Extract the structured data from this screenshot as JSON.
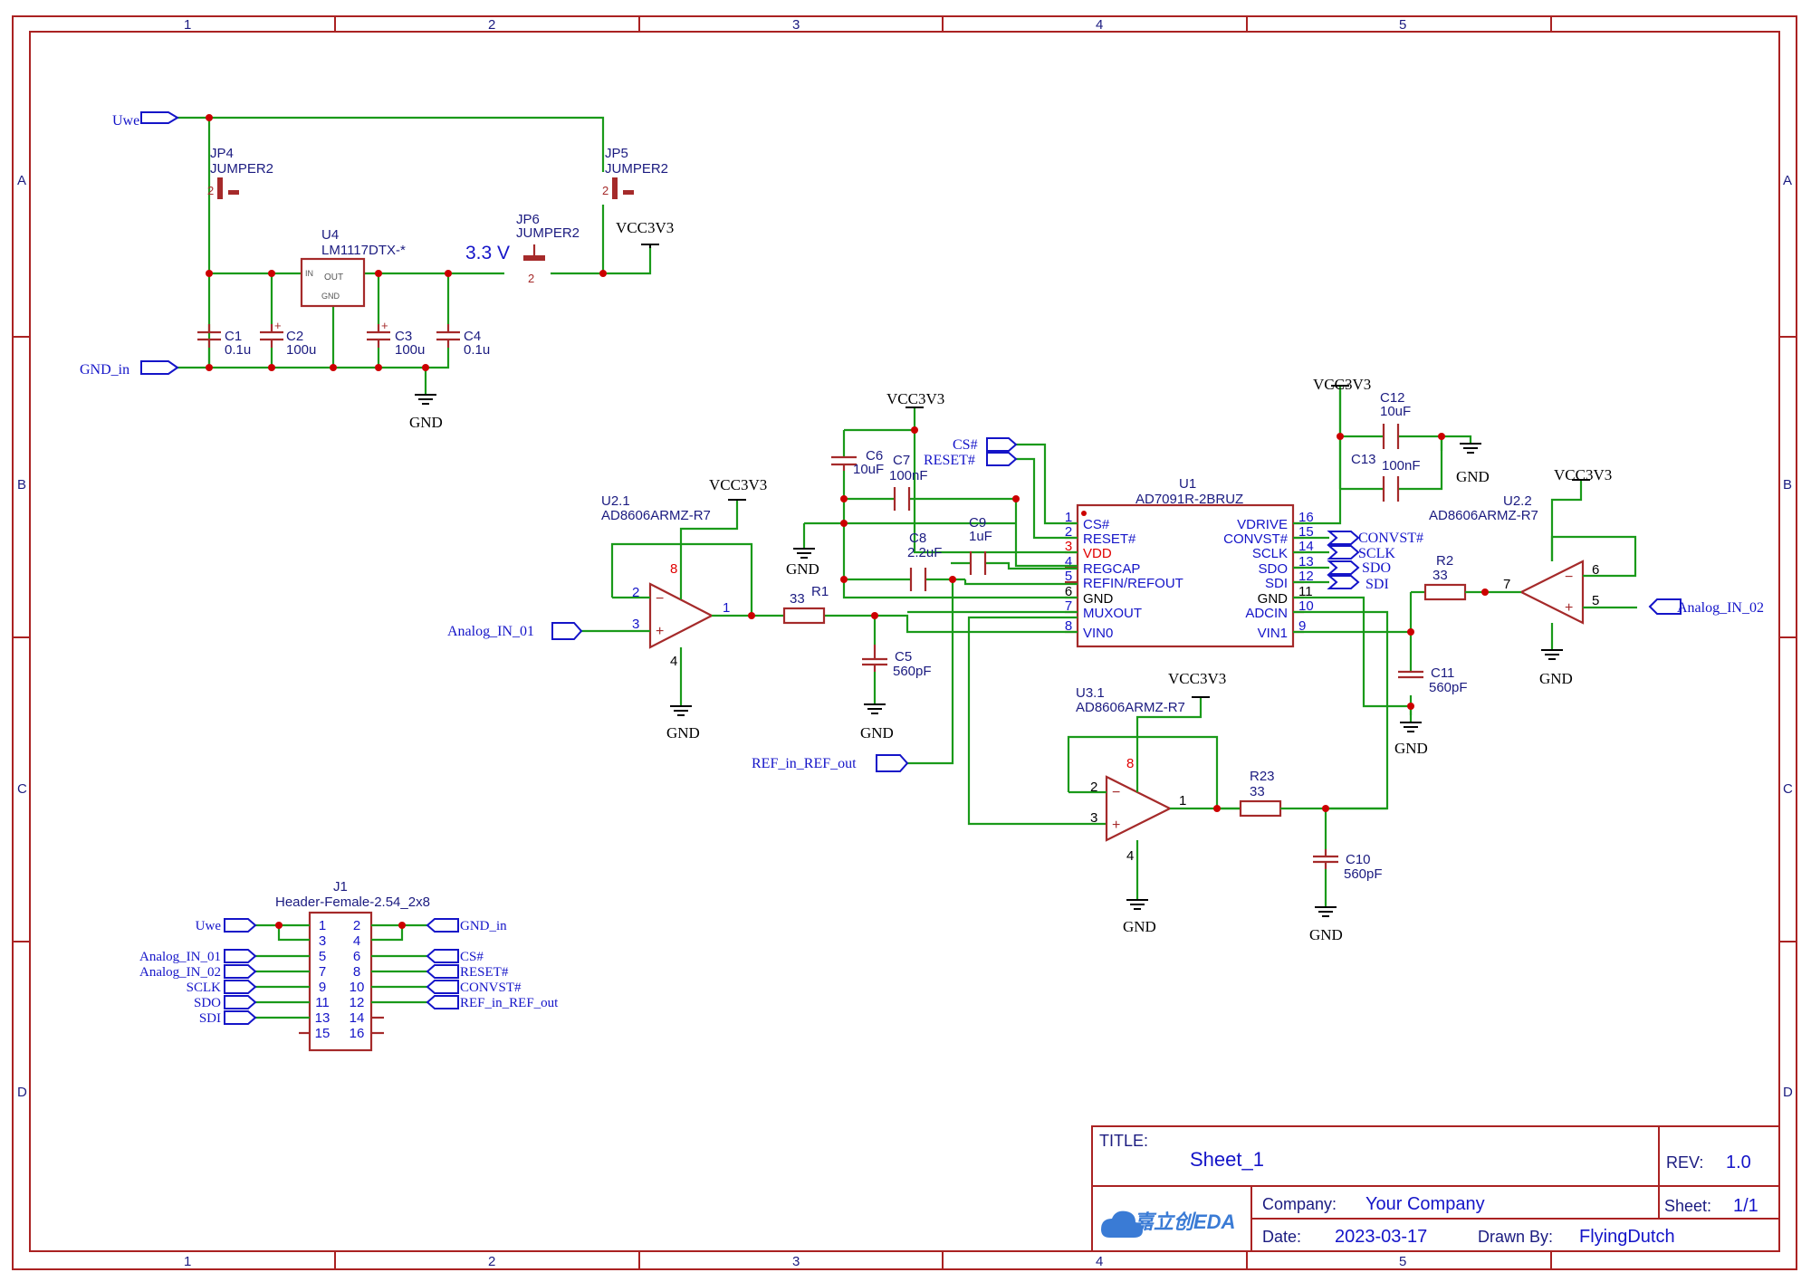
{
  "frame": {
    "columns": [
      "1",
      "2",
      "3",
      "4",
      "5"
    ],
    "rows": [
      "A",
      "B",
      "C",
      "D"
    ]
  },
  "title_block": {
    "title_label": "TITLE:",
    "title": "Sheet_1",
    "rev_label": "REV:",
    "rev": "1.0",
    "company_label": "Company:",
    "company": "Your Company",
    "sheet_label": "Sheet:",
    "sheet": "1/1",
    "date_label": "Date:",
    "date": "2023-03-17",
    "drawn_label": "Drawn By:",
    "drawn_by": "FlyingDutch",
    "logo": "嘉立创EDA"
  },
  "power": {
    "vcc": "VCC3V3",
    "gnd": "GND",
    "voltage_note": "3.3 V"
  },
  "nets": {
    "uwe": "Uwe",
    "gnd_in": "GND_in",
    "analog_in_01": "Analog_IN_01",
    "analog_in_02": "Analog_IN_02",
    "cs": "CS#",
    "reset": "RESET#",
    "convst": "CONVST#",
    "sclk": "SCLK",
    "sdo": "SDO",
    "sdi": "SDI",
    "ref": "REF_in_REF_out"
  },
  "parts": {
    "jp4": {
      "ref": "JP4",
      "value": "JUMPER2"
    },
    "jp5": {
      "ref": "JP5",
      "value": "JUMPER2"
    },
    "jp6": {
      "ref": "JP6",
      "value": "JUMPER2"
    },
    "u4": {
      "ref": "U4",
      "value": "LM1117DTX-*",
      "pin_in": "IN",
      "pin_out": "OUT",
      "pin_gnd": "GND"
    },
    "c1": {
      "ref": "C1",
      "value": "0.1u"
    },
    "c2": {
      "ref": "C2",
      "value": "100u"
    },
    "c3": {
      "ref": "C3",
      "value": "100u"
    },
    "c4": {
      "ref": "C4",
      "value": "0.1u"
    },
    "c5": {
      "ref": "C5",
      "value": "560pF"
    },
    "c6": {
      "ref": "C6",
      "value": "10uF"
    },
    "c7": {
      "ref": "C7",
      "value": "100nF"
    },
    "c8": {
      "ref": "C8",
      "value": "2.2uF"
    },
    "c9": {
      "ref": "C9",
      "value": "1uF"
    },
    "c10": {
      "ref": "C10",
      "value": "560pF"
    },
    "c11": {
      "ref": "C11",
      "value": "560pF"
    },
    "c12": {
      "ref": "C12",
      "value": "10uF"
    },
    "c13": {
      "ref": "C13",
      "value": "100nF"
    },
    "r1": {
      "ref": "R1",
      "value": "33"
    },
    "r2": {
      "ref": "R2",
      "value": "33"
    },
    "r23": {
      "ref": "R23",
      "value": "33"
    },
    "u21": {
      "ref": "U2.1",
      "value": "AD8606ARMZ-R7"
    },
    "u22": {
      "ref": "U2.2",
      "value": "AD8606ARMZ-R7"
    },
    "u31": {
      "ref": "U3.1",
      "value": "AD8606ARMZ-R7"
    },
    "u1": {
      "ref": "U1",
      "value": "AD7091R-2BRUZ"
    },
    "j1": {
      "ref": "J1",
      "value": "Header-Female-2.54_2x8"
    }
  },
  "u1_pins_left": [
    {
      "num": "1",
      "name": "CS#"
    },
    {
      "num": "2",
      "name": "RESET#"
    },
    {
      "num": "3",
      "name": "VDD"
    },
    {
      "num": "4",
      "name": "REGCAP"
    },
    {
      "num": "5",
      "name": "REFIN/REFOUT"
    },
    {
      "num": "6",
      "name": "GND"
    },
    {
      "num": "7",
      "name": "MUXOUT"
    },
    {
      "num": "8",
      "name": "VIN0"
    }
  ],
  "u1_pins_right": [
    {
      "num": "16",
      "name": "VDRIVE"
    },
    {
      "num": "15",
      "name": "CONVST#"
    },
    {
      "num": "14",
      "name": "SCLK"
    },
    {
      "num": "13",
      "name": "SDO"
    },
    {
      "num": "12",
      "name": "SDI"
    },
    {
      "num": "11",
      "name": "GND"
    },
    {
      "num": "10",
      "name": "ADCIN"
    },
    {
      "num": "9",
      "name": "VIN1"
    }
  ],
  "j1_rows": [
    [
      "1",
      "2"
    ],
    [
      "3",
      "4"
    ],
    [
      "5",
      "6"
    ],
    [
      "7",
      "8"
    ],
    [
      "9",
      "10"
    ],
    [
      "11",
      "12"
    ],
    [
      "13",
      "14"
    ],
    [
      "15",
      "16"
    ]
  ],
  "j1_left_nets": [
    "Uwe",
    "Analog_IN_01",
    "Analog_IN_02",
    "SCLK",
    "SDO",
    "SDI"
  ],
  "j1_right_nets": [
    "GND_in",
    "CS#",
    "RESET#",
    "CONVST#",
    "REF_in_REF_out"
  ],
  "opamp_pins": {
    "inv": "2",
    "noninv": "3",
    "out": "1",
    "vpos": "8",
    "vneg": "4",
    "inv_b": "6",
    "noninv_b": "5",
    "out_b": "7"
  },
  "jumper_pin": "2"
}
